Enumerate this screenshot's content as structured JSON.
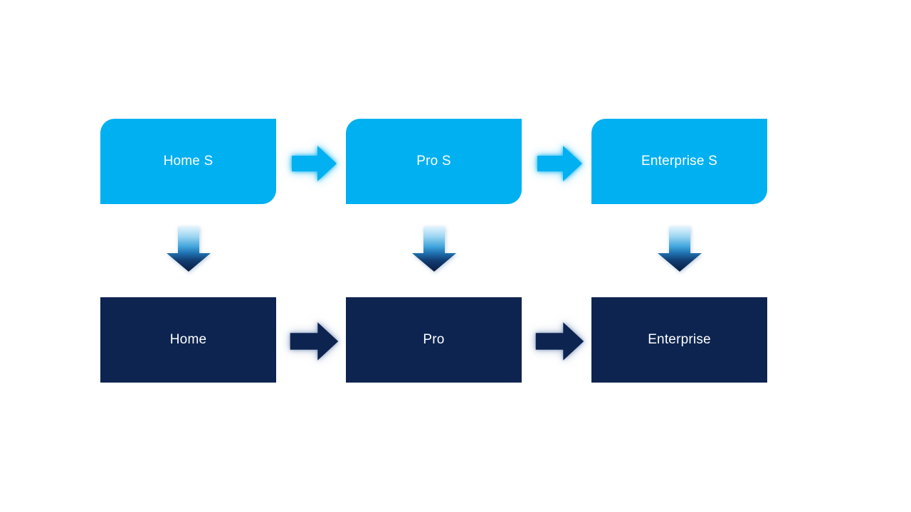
{
  "diagram": {
    "top_row": {
      "items": [
        {
          "label": "Home S"
        },
        {
          "label": "Pro S"
        },
        {
          "label": "Enterprise S"
        }
      ],
      "box_color": "#00b0f0",
      "text_color": "#ffffff",
      "corner_style": "rounded top-left and bottom-right"
    },
    "bottom_row": {
      "items": [
        {
          "label": "Home"
        },
        {
          "label": "Pro"
        },
        {
          "label": "Enterprise"
        }
      ],
      "box_color": "#0d2450",
      "text_color": "#ffffff",
      "corner_style": "square"
    },
    "connectors": {
      "top_horizontal": {
        "type": "right-arrow",
        "fill": "#00b0f0",
        "glow": "#00b0f0"
      },
      "bottom_horizontal": {
        "type": "right-arrow",
        "fill": "#0d2450",
        "glow": "#8096ba"
      },
      "vertical": {
        "type": "down-arrow",
        "gradient": [
          "#e6f5fd",
          "#9ed7f2",
          "#41a5dc",
          "#1e6fae",
          "#123e74",
          "#081c40"
        ]
      }
    },
    "background": "#ffffff"
  }
}
